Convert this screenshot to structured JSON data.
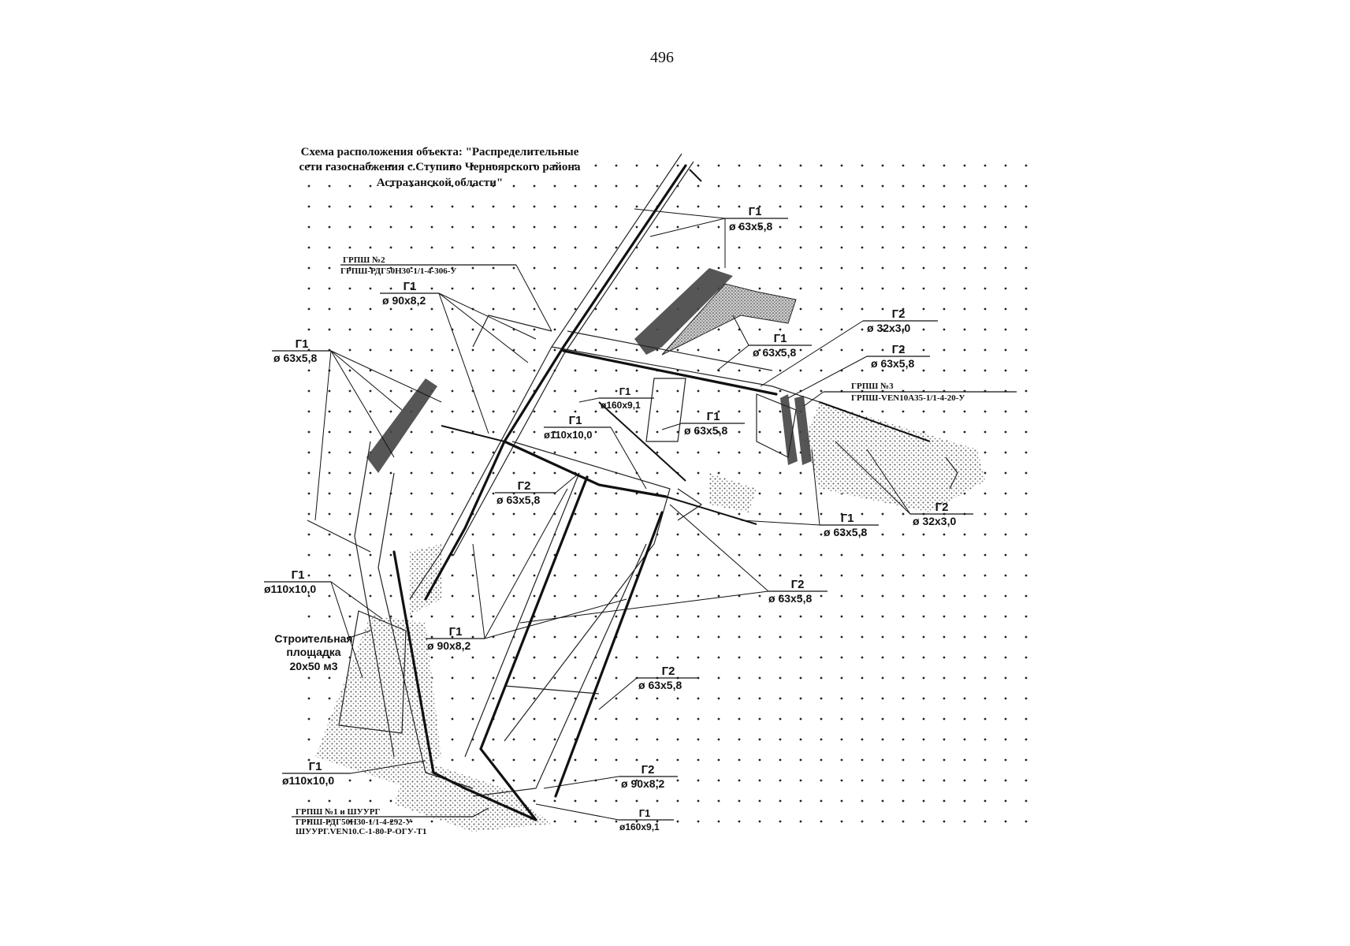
{
  "page_number": "496",
  "title": {
    "line1": "Схема расположения объекта: \"Распределительные",
    "line2": "сети газоснабжения с.Ступино Черноярского района",
    "line3": "Астраханской области\""
  },
  "grpsh2": {
    "line1": "ГРПШ №2",
    "line2": "ГРПШ-РДГ50Н30-1/1-4-306-У"
  },
  "grpsh3": {
    "line1": "ГРПШ №3",
    "line2": "ГРПШ-VEN10A35-1/1-4-20-У"
  },
  "grpsh1": {
    "line1": "ГРПШ №1 и ШУУРГ",
    "line2": "ГРПШ-РДГ50Н30-1/1-4-292-У",
    "line3": "ШУУРГ.VEN10.C-1-80-Р-ОГУ-Т1"
  },
  "construction_site": {
    "line1": "Строительная",
    "line2": "площадка",
    "line3": "20х50 м3"
  },
  "pipe_labels": [
    {
      "id": "a",
      "type": "Г1",
      "size": "ø 63х5,8"
    },
    {
      "id": "b",
      "type": "Г1",
      "size": "ø 90х8,2"
    },
    {
      "id": "c",
      "type": "Г1",
      "size": "ø 63х5,8"
    },
    {
      "id": "d",
      "type": "Г2",
      "size": "ø 32х3,0"
    },
    {
      "id": "e",
      "type": "Г1",
      "size": "ø 63х5,8"
    },
    {
      "id": "f",
      "type": "Г2",
      "size": "ø 63х5,8"
    },
    {
      "id": "g",
      "type": "Г1",
      "size": "ø160х9,1"
    },
    {
      "id": "h",
      "type": "Г1",
      "size": "ø110х10,0"
    },
    {
      "id": "i",
      "type": "Г1",
      "size": "ø 63х5,8"
    },
    {
      "id": "j",
      "type": "Г2",
      "size": "ø 63х5,8"
    },
    {
      "id": "k",
      "type": "Г1",
      "size": "ø 63х5,8"
    },
    {
      "id": "l",
      "type": "Г2",
      "size": "ø 32х3,0"
    },
    {
      "id": "m",
      "type": "Г1",
      "size": "ø110х10,0"
    },
    {
      "id": "n",
      "type": "Г2",
      "size": "ø 63х5,8"
    },
    {
      "id": "o",
      "type": "Г1",
      "size": "ø 90х8,2"
    },
    {
      "id": "p",
      "type": "Г2",
      "size": "ø 63х5,8"
    },
    {
      "id": "q",
      "type": "Г1",
      "size": "ø110х10,0"
    },
    {
      "id": "r",
      "type": "Г2",
      "size": "ø 90х8,2"
    },
    {
      "id": "s",
      "type": "Г1",
      "size": "ø160х9,1"
    }
  ],
  "colors": {
    "ink": "#111111",
    "background": "#ffffff",
    "shading": "#bdbdbd"
  }
}
